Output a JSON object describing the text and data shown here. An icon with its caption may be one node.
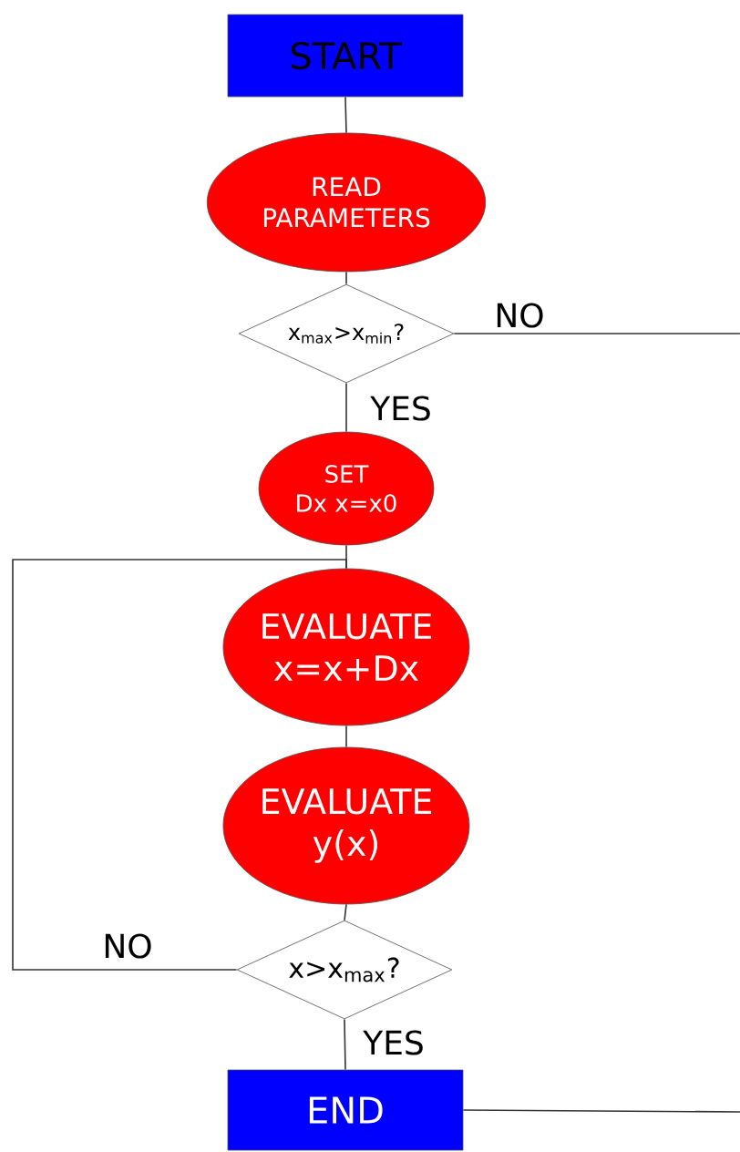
{
  "diagram": {
    "nodes": [
      {
        "text": [
          "START"
        ]
      },
      {
        "text": [
          "READ PARAMETERS"
        ]
      },
      {
        "text": [
          "x$_{max}$>x$_{min}$?"
        ]
      },
      {
        "text": [
          "SET",
          "Dx x=x0"
        ]
      },
      {
        "text": [
          "EVALUATE",
          "x=x+Dx"
        ]
      },
      {
        "text": [
          "EVALUATE",
          "y(x)"
        ]
      },
      {
        "text": [
          "x>x$_{max}$?"
        ]
      },
      {
        "text": [
          "END"
        ]
      }
    ],
    "edges": [
      {
        "from": 0,
        "to": 1,
        "arrow": "none"
      },
      {
        "from": 1,
        "to": 2,
        "arrow": "none"
      },
      {
        "from": 2,
        "to": null,
        "arrow": "none",
        "label": "NO"
      },
      {
        "from": 2,
        "to": 3,
        "arrow": "none",
        "label": "YES"
      },
      {
        "from": 3,
        "to": 4,
        "arrow": "none"
      },
      {
        "from": 4,
        "to": 5,
        "arrow": "none"
      },
      {
        "from": 5,
        "to": 6,
        "arrow": "none"
      },
      {
        "from": 6,
        "to": 4,
        "arrow": "none",
        "label": "NO"
      },
      {
        "from": 6,
        "to": 7,
        "arrow": "none",
        "label": "YES"
      },
      {
        "from": 7,
        "to": null,
        "arrow": "none"
      }
    ]
  }
}
